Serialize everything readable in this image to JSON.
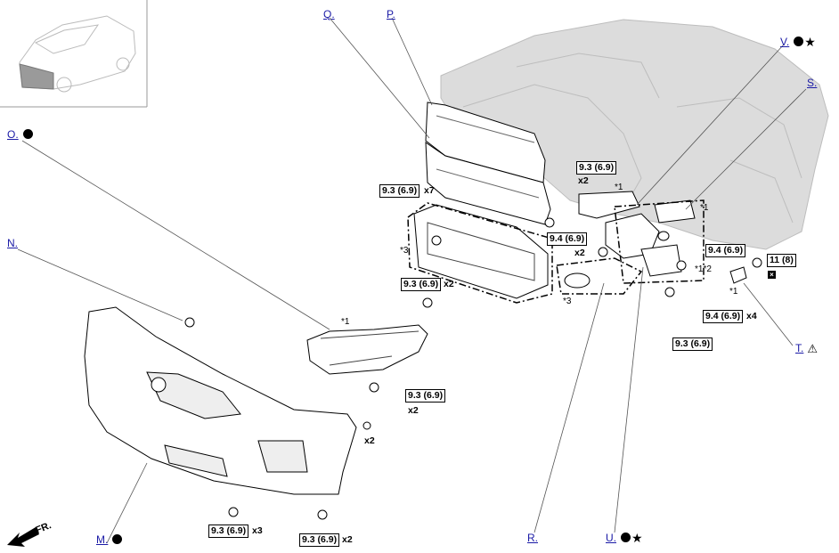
{
  "callouts": [
    {
      "id": "Q",
      "text": "Q.",
      "marks": []
    },
    {
      "id": "P",
      "text": "P.",
      "marks": []
    },
    {
      "id": "V",
      "text": "V.",
      "marks": [
        "dot",
        "star"
      ]
    },
    {
      "id": "S",
      "text": "S.",
      "marks": []
    },
    {
      "id": "O",
      "text": "O.",
      "marks": [
        "dot"
      ]
    },
    {
      "id": "N",
      "text": "N.",
      "marks": []
    },
    {
      "id": "T",
      "text": "T.",
      "marks": [
        "warning"
      ]
    },
    {
      "id": "M",
      "text": "M.",
      "marks": [
        "dot"
      ]
    },
    {
      "id": "R",
      "text": "R.",
      "marks": []
    },
    {
      "id": "U",
      "text": "U.",
      "marks": [
        "dot",
        "star"
      ]
    }
  ],
  "torque_specs": [
    {
      "id": "t1",
      "value": "9.3 (6.9)",
      "count": "x2"
    },
    {
      "id": "t2",
      "value": "9.3 (6.9)",
      "count": "x7"
    },
    {
      "id": "t3",
      "value": "9.4 (6.9)",
      "count": "x2"
    },
    {
      "id": "t4",
      "value": "9.4 (6.9)",
      "count": ""
    },
    {
      "id": "t5",
      "value": "11 (8)",
      "count": ""
    },
    {
      "id": "t6",
      "value": "9.3 (6.9)",
      "count": "x2"
    },
    {
      "id": "t7",
      "value": "9.4 (6.9)",
      "count": "x4"
    },
    {
      "id": "t8",
      "value": "9.3 (6.9)",
      "count": ""
    },
    {
      "id": "t9",
      "value": "9.3 (6.9)",
      "count": "x2"
    },
    {
      "id": "t10",
      "value": "9.3 (6.9)",
      "count": "x3"
    },
    {
      "id": "t11",
      "value": "9.3 (6.9)",
      "count": "x2"
    }
  ],
  "extra_counts": {
    "side_bolt": "x2"
  },
  "notes": {
    "n1": "*1",
    "n2": "*1",
    "n3": "*1",
    "n4": "*1",
    "n5": "*1*2",
    "n6": "*3",
    "n7": "*3",
    "n8": "*1"
  },
  "front_label": "FR.",
  "colors": {
    "callout": "#1a1aa6",
    "body": "#dcdcdc",
    "line": "#000000"
  }
}
